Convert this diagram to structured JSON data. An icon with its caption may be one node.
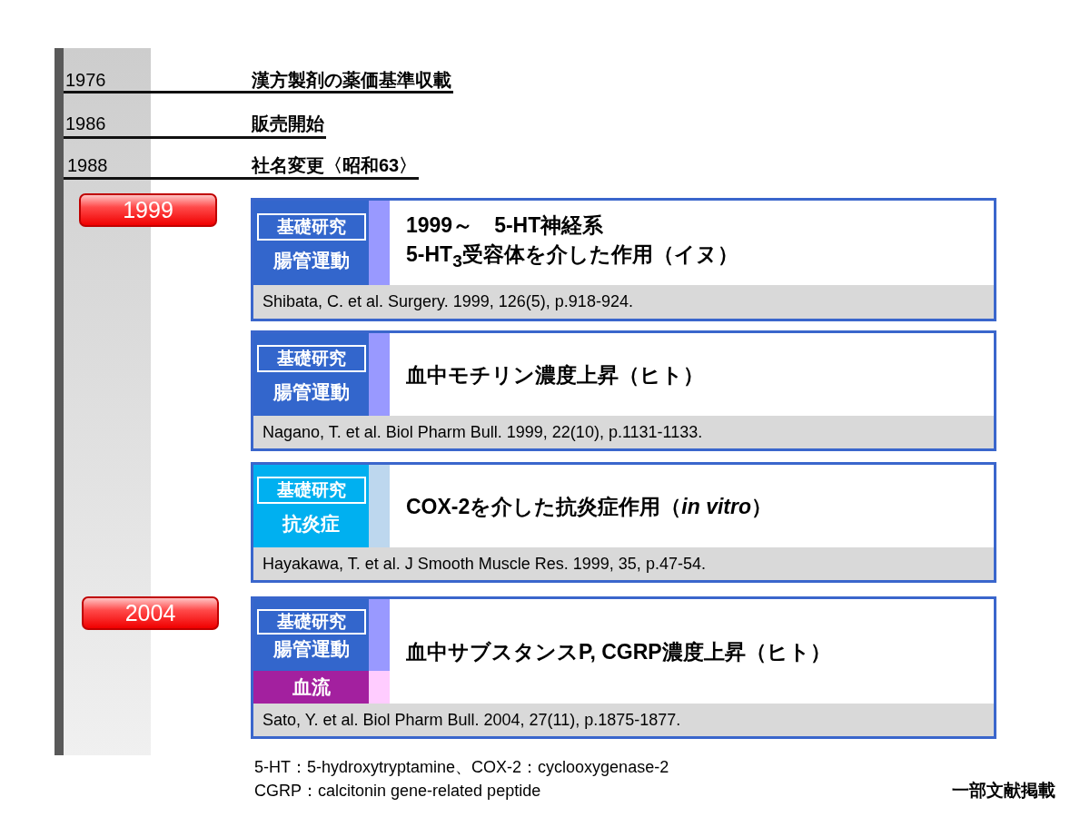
{
  "diagram": {
    "nodes": [
      {
        "text": [
          "1999"
        ]
      },
      {
        "text": [
          "1999～　5-HT神経系",
          "5-HT$_{3}$受容体を介した作用（イヌ）"
        ]
      },
      {
        "text": [
          "腸管運動"
        ],
        "in": 1
      },
      {
        "text": [
          "基礎研究"
        ],
        "in": 2
      },
      {
        "text": [
          "Shibata, C. et al. Surgery. 1999, 126(5), p.918-924."
        ],
        "in": 1
      },
      {
        "text": [
          "血中モチリン濃度上昇（ヒト）"
        ]
      },
      {
        "text": [
          "腸管運動"
        ],
        "in": 5
      },
      {
        "text": [
          "基礎研究"
        ],
        "in": 6
      },
      {
        "text": [
          "Nagano, T. et al. Biol Pharm Bull. 1999, 22(10), p.1131-1133."
        ],
        "in": 5
      },
      {
        "text": [
          "COX-2を介した抗炎症作用（*in vitro*）"
        ]
      },
      {
        "text": [
          "抗炎症"
        ],
        "in": 9
      },
      {
        "text": [
          "基礎研究"
        ],
        "in": 10
      },
      {
        "text": [
          "Hayakawa, T. et al. J Smooth Muscle Res. 1999, 35, p.47-54."
        ],
        "in": 9
      },
      {
        "text": [
          "2004"
        ]
      },
      {
        "text": [
          "血中サブスタンスP, CGRP濃度上昇（ヒト）"
        ]
      },
      {
        "text": [
          "腸管運動"
        ],
        "in": 14
      },
      {
        "text": [
          "基礎研究"
        ],
        "in": 15
      },
      {
        "text": [
          "血流"
        ],
        "in": 14
      },
      {
        "text": [
          "Sato, Y. et al. Biol Pharm Bull. 2004, 27(11), p.1875-1877."
        ],
        "in": 14
      }
    ],
    "labels": [
      "1976",
      "漢方製剤の薬価基準収載",
      "1986",
      "販売開始",
      "1988",
      "社名変更〈昭和63〉",
      "5-HT：5-hydroxytryptamine、COX-2：cyclooxygenase-2",
      "CGRP：calcitonin gene-related peptide",
      "一部文献掲載"
    ]
  }
}
